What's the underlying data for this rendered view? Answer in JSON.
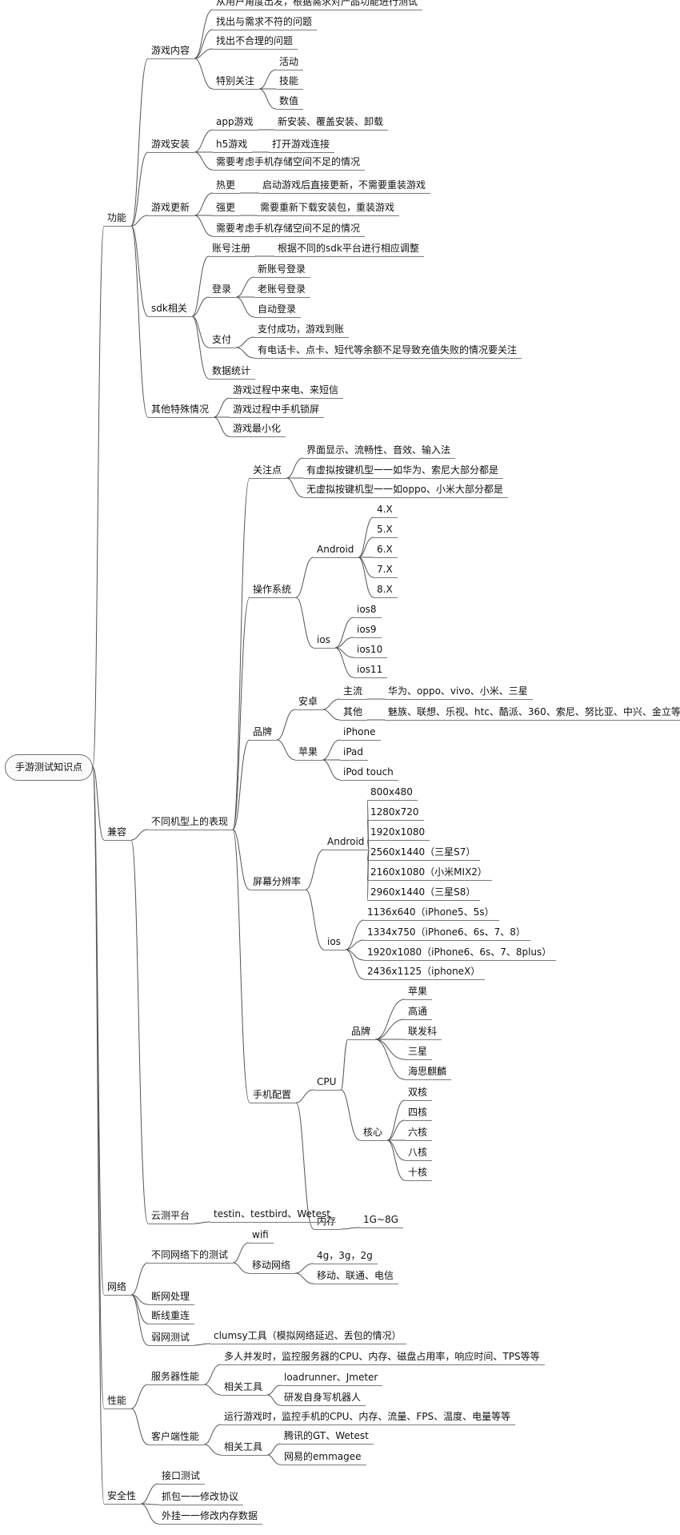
{
  "mindmap": {
    "root": {
      "id": "root",
      "label": "手游测试知识点",
      "children": [
        {
          "id": "gn",
          "label": "功能",
          "children": [
            {
              "id": "gn1",
              "label": "游戏内容",
              "children": [
                {
                  "id": "gn1a",
                  "label": "从用户角度出发，根据需求对产品功能进行测试"
                },
                {
                  "id": "gn1b",
                  "label": "找出与需求不符的问题"
                },
                {
                  "id": "gn1c",
                  "label": "找出不合理的问题"
                },
                {
                  "id": "gn1d",
                  "label": "特别关注",
                  "children": [
                    {
                      "id": "gn1d1",
                      "label": "活动"
                    },
                    {
                      "id": "gn1d2",
                      "label": "技能"
                    },
                    {
                      "id": "gn1d3",
                      "label": "数值"
                    }
                  ]
                }
              ]
            },
            {
              "id": "gn2",
              "label": "游戏安装",
              "children": [
                {
                  "id": "gn2a",
                  "label": "app游戏",
                  "children": [
                    {
                      "id": "gn2a1",
                      "label": "新安装、覆盖安装、卸载"
                    }
                  ]
                },
                {
                  "id": "gn2b",
                  "label": "h5游戏",
                  "children": [
                    {
                      "id": "gn2b1",
                      "label": "打开游戏连接"
                    }
                  ]
                },
                {
                  "id": "gn2c",
                  "label": "需要考虑手机存储空间不足的情况"
                }
              ]
            },
            {
              "id": "gn3",
              "label": "游戏更新",
              "children": [
                {
                  "id": "gn3a",
                  "label": "热更",
                  "children": [
                    {
                      "id": "gn3a1",
                      "label": "启动游戏后直接更新，不需要重装游戏"
                    }
                  ]
                },
                {
                  "id": "gn3b",
                  "label": "强更",
                  "children": [
                    {
                      "id": "gn3b1",
                      "label": "需要重新下载安装包，重装游戏"
                    }
                  ]
                },
                {
                  "id": "gn3c",
                  "label": "需要考虑手机存储空间不足的情况"
                }
              ]
            },
            {
              "id": "gn4",
              "label": "sdk相关",
              "children": [
                {
                  "id": "gn4a",
                  "label": "账号注册",
                  "children": [
                    {
                      "id": "gn4a1",
                      "label": "根据不同的sdk平台进行相应调整"
                    }
                  ]
                },
                {
                  "id": "gn4b",
                  "label": "登录",
                  "children": [
                    {
                      "id": "gn4b1",
                      "label": "新账号登录"
                    },
                    {
                      "id": "gn4b2",
                      "label": "老账号登录"
                    },
                    {
                      "id": "gn4b3",
                      "label": "自动登录"
                    }
                  ]
                },
                {
                  "id": "gn4c",
                  "label": "支付",
                  "children": [
                    {
                      "id": "gn4c1",
                      "label": "支付成功，游戏到账"
                    },
                    {
                      "id": "gn4c2",
                      "label": "有电话卡、点卡、短代等余额不足导致充值失败的情况要关注"
                    }
                  ]
                },
                {
                  "id": "gn4d",
                  "label": "数据统计"
                }
              ]
            },
            {
              "id": "gn5",
              "label": "其他特殊情况",
              "children": [
                {
                  "id": "gn5a",
                  "label": "游戏过程中来电、来短信"
                },
                {
                  "id": "gn5b",
                  "label": "游戏过程中手机锁屏"
                },
                {
                  "id": "gn5c",
                  "label": "游戏最小化"
                }
              ]
            }
          ]
        },
        {
          "id": "jr",
          "label": "兼容",
          "children": [
            {
              "id": "jr1",
              "label": "不同机型上的表现",
              "children": [
                {
                  "id": "jr1a",
                  "label": "关注点",
                  "children": [
                    {
                      "id": "jr1a1",
                      "label": "界面显示、流畅性、音效、输入法"
                    },
                    {
                      "id": "jr1a2",
                      "label": "有虚拟按键机型一一如华为、索尼大部分都是"
                    },
                    {
                      "id": "jr1a3",
                      "label": "无虚拟按键机型一一如oppo、小米大部分都是"
                    }
                  ]
                },
                {
                  "id": "jr1b",
                  "label": "操作系统",
                  "children": [
                    {
                      "id": "jr1b1",
                      "label": "Android",
                      "children": [
                        {
                          "id": "jr1b1a",
                          "label": "4.X"
                        },
                        {
                          "id": "jr1b1b",
                          "label": "5.X"
                        },
                        {
                          "id": "jr1b1c",
                          "label": "6.X"
                        },
                        {
                          "id": "jr1b1d",
                          "label": "7.X"
                        },
                        {
                          "id": "jr1b1e",
                          "label": "8.X"
                        }
                      ]
                    },
                    {
                      "id": "jr1b2",
                      "label": "ios",
                      "children": [
                        {
                          "id": "jr1b2a",
                          "label": "ios8"
                        },
                        {
                          "id": "jr1b2b",
                          "label": "ios9"
                        },
                        {
                          "id": "jr1b2c",
                          "label": "ios10"
                        },
                        {
                          "id": "jr1b2d",
                          "label": "ios11"
                        }
                      ]
                    }
                  ]
                },
                {
                  "id": "jr1c",
                  "label": "品牌",
                  "children": [
                    {
                      "id": "jr1c1",
                      "label": "安卓",
                      "children": [
                        {
                          "id": "jr1c1a",
                          "label": "主流",
                          "children": [
                            {
                              "id": "jr1c1a1",
                              "label": "华为、oppo、vivo、小米、三星"
                            }
                          ]
                        },
                        {
                          "id": "jr1c1b",
                          "label": "其他",
                          "children": [
                            {
                              "id": "jr1c1b1",
                              "label": "魅族、联想、乐视、htc、酷派、360、索尼、努比亚、中兴、金立等"
                            }
                          ]
                        }
                      ]
                    },
                    {
                      "id": "jr1c2",
                      "label": "苹果",
                      "children": [
                        {
                          "id": "jr1c2a",
                          "label": "iPhone"
                        },
                        {
                          "id": "jr1c2b",
                          "label": "iPad"
                        },
                        {
                          "id": "jr1c2c",
                          "label": "iPod touch"
                        }
                      ]
                    }
                  ]
                },
                {
                  "id": "jr1d",
                  "label": "屏幕分辨率",
                  "children": [
                    {
                      "id": "jr1d1",
                      "label": "Android",
                      "children": [
                        {
                          "id": "jr1d1a",
                          "label": "800x480"
                        },
                        {
                          "id": "jr1d1b",
                          "label": "1280x720"
                        },
                        {
                          "id": "jr1d1c",
                          "label": "1920x1080"
                        },
                        {
                          "id": "jr1d1d",
                          "label": "2560x1440（三星S7）"
                        },
                        {
                          "id": "jr1d1e",
                          "label": "2160x1080（小米MIX2）"
                        },
                        {
                          "id": "jr1d1f",
                          "label": "2960x1440（三星S8）"
                        }
                      ]
                    },
                    {
                      "id": "jr1d2",
                      "label": "ios",
                      "children": [
                        {
                          "id": "jr1d2a",
                          "label": "1136x640（iPhone5、5s）"
                        },
                        {
                          "id": "jr1d2b",
                          "label": "1334x750（iPhone6、6s、7、8）"
                        },
                        {
                          "id": "jr1d2c",
                          "label": "1920x1080（iPhone6、6s、7、8plus）"
                        },
                        {
                          "id": "jr1d2d",
                          "label": "2436x1125（iphoneX）"
                        }
                      ]
                    }
                  ]
                },
                {
                  "id": "jr1e",
                  "label": "手机配置",
                  "children": [
                    {
                      "id": "jr1e1",
                      "label": "CPU",
                      "children": [
                        {
                          "id": "jr1e1a",
                          "label": "品牌",
                          "children": [
                            {
                              "id": "jr1e1a1",
                              "label": "苹果"
                            },
                            {
                              "id": "jr1e1a2",
                              "label": "高通"
                            },
                            {
                              "id": "jr1e1a3",
                              "label": "联发科"
                            },
                            {
                              "id": "jr1e1a4",
                              "label": "三星"
                            },
                            {
                              "id": "jr1e1a5",
                              "label": "海思麒麟"
                            }
                          ]
                        },
                        {
                          "id": "jr1e1b",
                          "label": "核心",
                          "children": [
                            {
                              "id": "jr1e1b1",
                              "label": "双核"
                            },
                            {
                              "id": "jr1e1b2",
                              "label": "四核"
                            },
                            {
                              "id": "jr1e1b3",
                              "label": "六核"
                            },
                            {
                              "id": "jr1e1b4",
                              "label": "八核"
                            },
                            {
                              "id": "jr1e1b5",
                              "label": "十核"
                            }
                          ]
                        }
                      ]
                    },
                    {
                      "id": "jr1e2",
                      "label": "内存",
                      "children": [
                        {
                          "id": "jr1e2a",
                          "label": "1G~8G"
                        }
                      ]
                    }
                  ]
                }
              ]
            },
            {
              "id": "jr2",
              "label": "云测平台",
              "children": [
                {
                  "id": "jr2a",
                  "label": "testin、testbird、Wetest"
                }
              ]
            }
          ]
        },
        {
          "id": "wl",
          "label": "网络",
          "children": [
            {
              "id": "wl1",
              "label": "不同网络下的测试",
              "children": [
                {
                  "id": "wl1a",
                  "label": "wifi"
                },
                {
                  "id": "wl1b",
                  "label": "移动网络",
                  "children": [
                    {
                      "id": "wl1b1",
                      "label": "4g，3g，2g"
                    },
                    {
                      "id": "wl1b2",
                      "label": "移动、联通、电信"
                    }
                  ]
                }
              ]
            },
            {
              "id": "wl2",
              "label": "断网处理"
            },
            {
              "id": "wl3",
              "label": "断线重连"
            },
            {
              "id": "wl4",
              "label": "弱网测试",
              "children": [
                {
                  "id": "wl4a",
                  "label": "clumsy工具（模拟网络延迟、丢包的情况）"
                }
              ]
            }
          ]
        },
        {
          "id": "xn",
          "label": "性能",
          "children": [
            {
              "id": "xn1",
              "label": "服务器性能",
              "children": [
                {
                  "id": "xn1a",
                  "label": "多人并发时，监控服务器的CPU、内存、磁盘占用率，响应时间、TPS等等"
                },
                {
                  "id": "xn1b",
                  "label": "相关工具",
                  "children": [
                    {
                      "id": "xn1b1",
                      "label": "loadrunner、Jmeter"
                    },
                    {
                      "id": "xn1b2",
                      "label": "研发自身写机器人"
                    }
                  ]
                }
              ]
            },
            {
              "id": "xn2",
              "label": "客户端性能",
              "children": [
                {
                  "id": "xn2a",
                  "label": "运行游戏时，监控手机的CPU、内存、流量、FPS、温度、电量等等"
                },
                {
                  "id": "xn2b",
                  "label": "相关工具",
                  "children": [
                    {
                      "id": "xn2b1",
                      "label": "腾讯的GT、Wetest"
                    },
                    {
                      "id": "xn2b2",
                      "label": "网易的emmagee"
                    }
                  ]
                }
              ]
            }
          ]
        },
        {
          "id": "aq",
          "label": "安全性",
          "children": [
            {
              "id": "aq1",
              "label": "接口测试"
            },
            {
              "id": "aq2",
              "label": "抓包一一修改协议"
            },
            {
              "id": "aq3",
              "label": "外挂一一修改内存数据"
            }
          ]
        }
      ]
    }
  },
  "colors": {
    "line": "#555555",
    "text": "#111111",
    "background": "#ffffff"
  }
}
